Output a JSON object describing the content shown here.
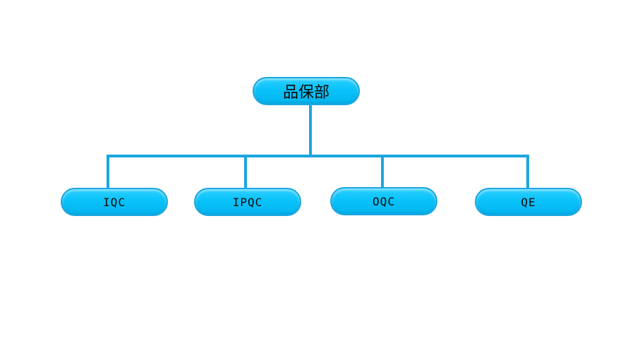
{
  "org_chart": {
    "root": {
      "label": "品保部"
    },
    "children": [
      {
        "label": "IQC"
      },
      {
        "label": "IPQC"
      },
      {
        "label": "OQC"
      },
      {
        "label": "QE"
      }
    ]
  },
  "colors": {
    "node_fill": "#08c2f9",
    "node_border": "#1aa6e0",
    "connector": "#1aa6e0",
    "text": "#0a0a0a"
  }
}
